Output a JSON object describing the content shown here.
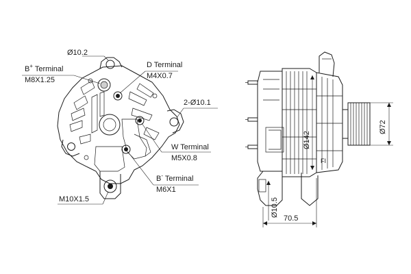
{
  "front_view": {
    "labels": {
      "mount_hole_top": "Ø10.2",
      "b_plus_name": "B",
      "b_plus_sup": "+",
      "b_plus_rest": " Terminal",
      "b_plus_thread": "M8X1.25",
      "d_terminal": "D Terminal",
      "d_thread": "M4X0.7",
      "side_holes": "2-Ø10.1",
      "w_terminal": "W Terminal",
      "w_thread": "M5X0.8",
      "b_minus_name": "B",
      "b_minus_sup": "-",
      "b_minus_rest": " Terminal",
      "b_minus_thread": "M6X1",
      "bottom_hole": "M10X1.5"
    }
  },
  "side_view": {
    "labels": {
      "body_diameter": "Ø142",
      "pulley_diameter": "Ø72",
      "foot_hole": "Ø10.5",
      "length": "70.5"
    },
    "fan_mark": "FI"
  }
}
